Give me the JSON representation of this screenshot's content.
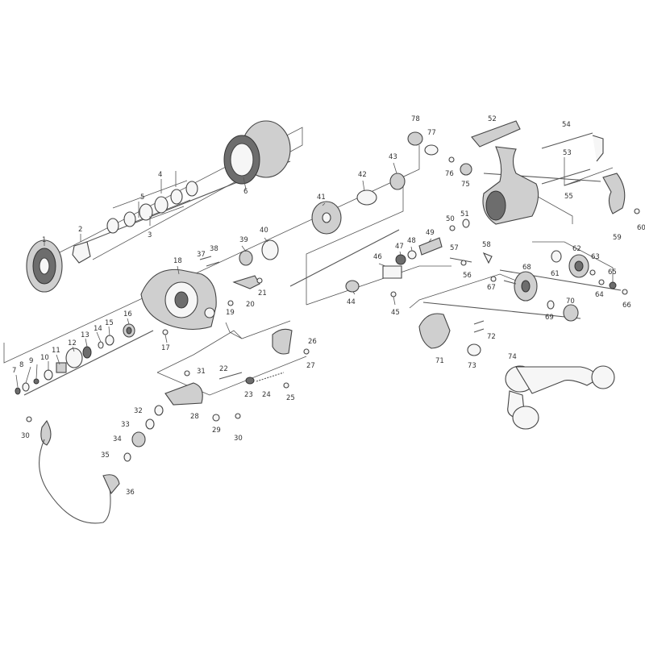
{
  "labels": {
    "p1": "1",
    "p2": "2",
    "p3": "3",
    "p4": "4",
    "p5": "5",
    "p6": "6",
    "p7": "7",
    "p8": "8",
    "p9": "9",
    "p10": "10",
    "p11": "11",
    "p12": "12",
    "p13": "13",
    "p14": "14",
    "p15": "15",
    "p16": "16",
    "p17": "17",
    "p18": "18",
    "p19": "19",
    "p20": "20",
    "p21": "21",
    "p22": "22",
    "p23": "23",
    "p24": "24",
    "p25": "25",
    "p26": "26",
    "p27": "27",
    "p28": "28",
    "p29": "29",
    "p30a": "30",
    "p30b": "30",
    "p31": "31",
    "p32": "32",
    "p33": "33",
    "p34": "34",
    "p35": "35",
    "p36": "36",
    "p37": "37",
    "p38": "38",
    "p39": "39",
    "p40": "40",
    "p41": "41",
    "p42": "42",
    "p43": "43",
    "p44": "44",
    "p45": "45",
    "p46": "46",
    "p47": "47",
    "p48": "48",
    "p49": "49",
    "p50": "50",
    "p51": "51",
    "p52": "52",
    "p53": "53",
    "p54": "54",
    "p55": "55",
    "p56": "56",
    "p57": "57",
    "p58": "58",
    "p59": "59",
    "p60": "60",
    "p61": "61",
    "p62": "62",
    "p63": "63",
    "p64": "64",
    "p65": "65",
    "p66": "66",
    "p67": "67",
    "p68": "68",
    "p69": "69",
    "p70": "70",
    "p71": "71",
    "p72": "72",
    "p73": "73",
    "p74": "74",
    "p75": "75",
    "p76": "76",
    "p77": "77",
    "p78": "78"
  }
}
